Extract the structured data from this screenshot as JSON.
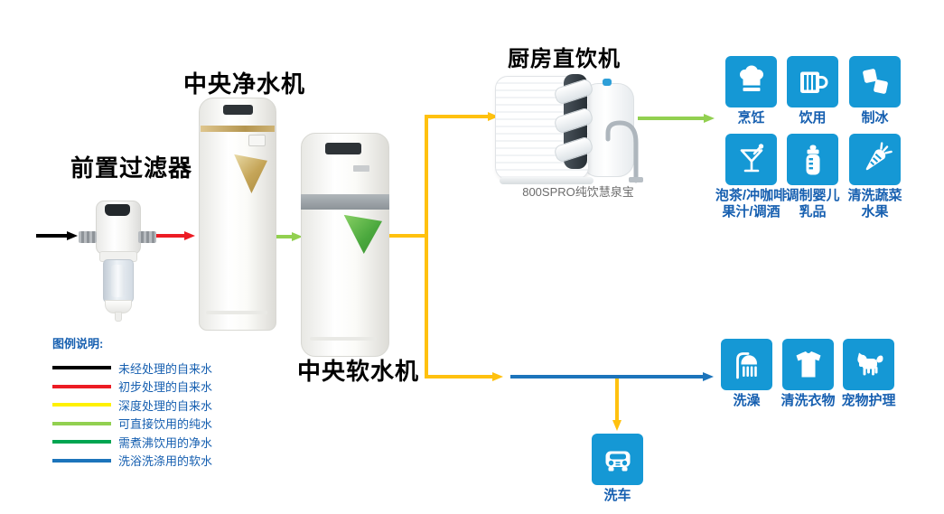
{
  "devices": {
    "prefilter": {
      "label": "前置过滤器"
    },
    "purifier": {
      "label": "中央净水机"
    },
    "softener": {
      "label": "中央软水机"
    },
    "kitchen": {
      "label": "厨房直饮机",
      "caption": "800SPRO纯饮慧泉宝"
    }
  },
  "legend": {
    "title": "图例说明:",
    "items": [
      {
        "label": "未经处理的自来水",
        "color": "#000000"
      },
      {
        "label": "初步处理的自来水",
        "color": "#EC1C24"
      },
      {
        "label": "深度处理的自来水",
        "color": "#FFF100"
      },
      {
        "label": "可直接饮用的纯水",
        "color": "#92D050"
      },
      {
        "label": "需煮沸饮用的净水",
        "color": "#00A551"
      },
      {
        "label": "洗浴洗涤用的软水",
        "color": "#1C74BB"
      }
    ]
  },
  "uses": {
    "drinking": [
      {
        "icon": "chef-hat",
        "label": "烹饪"
      },
      {
        "icon": "mug",
        "label": "饮用"
      },
      {
        "icon": "ice-cubes",
        "label": "制冰"
      },
      {
        "icon": "cocktail",
        "label": "泡茶/冲咖啡\n果汁/调酒"
      },
      {
        "icon": "baby-bottle",
        "label": "调制婴儿\n乳品"
      },
      {
        "icon": "carrot",
        "label": "清洗蔬菜\n水果"
      }
    ],
    "washing": [
      {
        "icon": "shower",
        "label": "洗澡"
      },
      {
        "icon": "t-shirt",
        "label": "清洗衣物"
      },
      {
        "icon": "dog",
        "label": "宠物护理"
      }
    ],
    "car": {
      "icon": "car",
      "label": "洗车"
    }
  },
  "flow": {
    "untreated": "#000000",
    "primary_treated": "#EC1C24",
    "deep_treated": "#FFC10E",
    "pure": "#92D050",
    "soft": "#1C74BB"
  },
  "colors": {
    "tile": "#1598D5",
    "caption_text": "#165FB0",
    "legend_text": "#165FB0"
  }
}
